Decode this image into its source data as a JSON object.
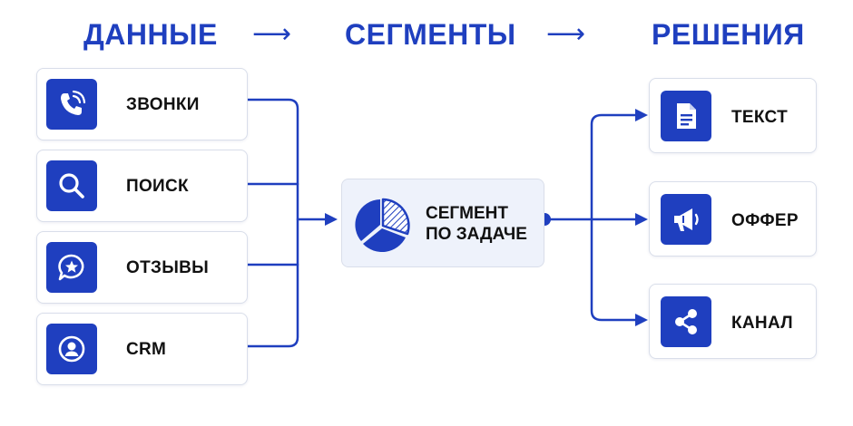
{
  "header": {
    "data_title": "ДАННЫЕ",
    "segments_title": "СЕГМЕНТЫ",
    "decisions_title": "РЕШЕНИЯ",
    "arrow_glyph": "⟶"
  },
  "sources": [
    {
      "label": "ЗВОНКИ",
      "icon": "phone-icon"
    },
    {
      "label": "ПОИСК",
      "icon": "search-icon"
    },
    {
      "label": "ОТЗЫВЫ",
      "icon": "review-star-icon"
    },
    {
      "label": "CRM",
      "icon": "user-profile-icon"
    }
  ],
  "segment": {
    "line1": "СЕГМЕНТ",
    "line2": "ПО ЗАДАЧЕ",
    "icon": "pie-chart-icon"
  },
  "outputs": [
    {
      "label": "ТЕКСТ",
      "icon": "document-icon"
    },
    {
      "label": "ОФФЕР",
      "icon": "megaphone-icon"
    },
    {
      "label": "КАНАЛ",
      "icon": "share-icon"
    }
  ],
  "colors": {
    "accent": "#1f3fbf",
    "card_border": "#d9deea",
    "segment_bg": "#eef2fb",
    "text": "#111111"
  }
}
